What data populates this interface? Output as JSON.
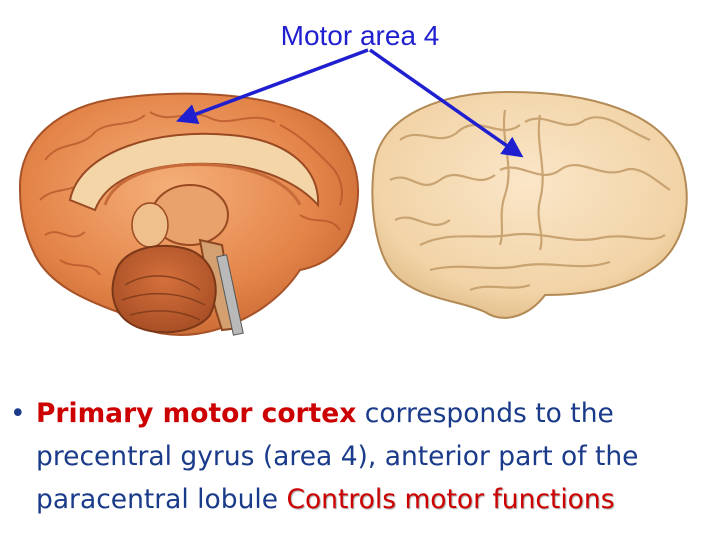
{
  "slide": {
    "title": "Motor area 4",
    "bullet_symbol": "•",
    "bullet": {
      "term": "Primary motor cortex",
      "line1_rest": " corresponds to the",
      "line2": "precentral gyrus (area 4), anterior part of the",
      "line3_start": "paracentral lobule ",
      "line3_highlight": "Controls motor functions"
    }
  },
  "colors": {
    "title": "#1f1fd0",
    "arrow": "#1f1fd0",
    "body_text": "#1a3a8a",
    "highlight": "#cc0000"
  }
}
